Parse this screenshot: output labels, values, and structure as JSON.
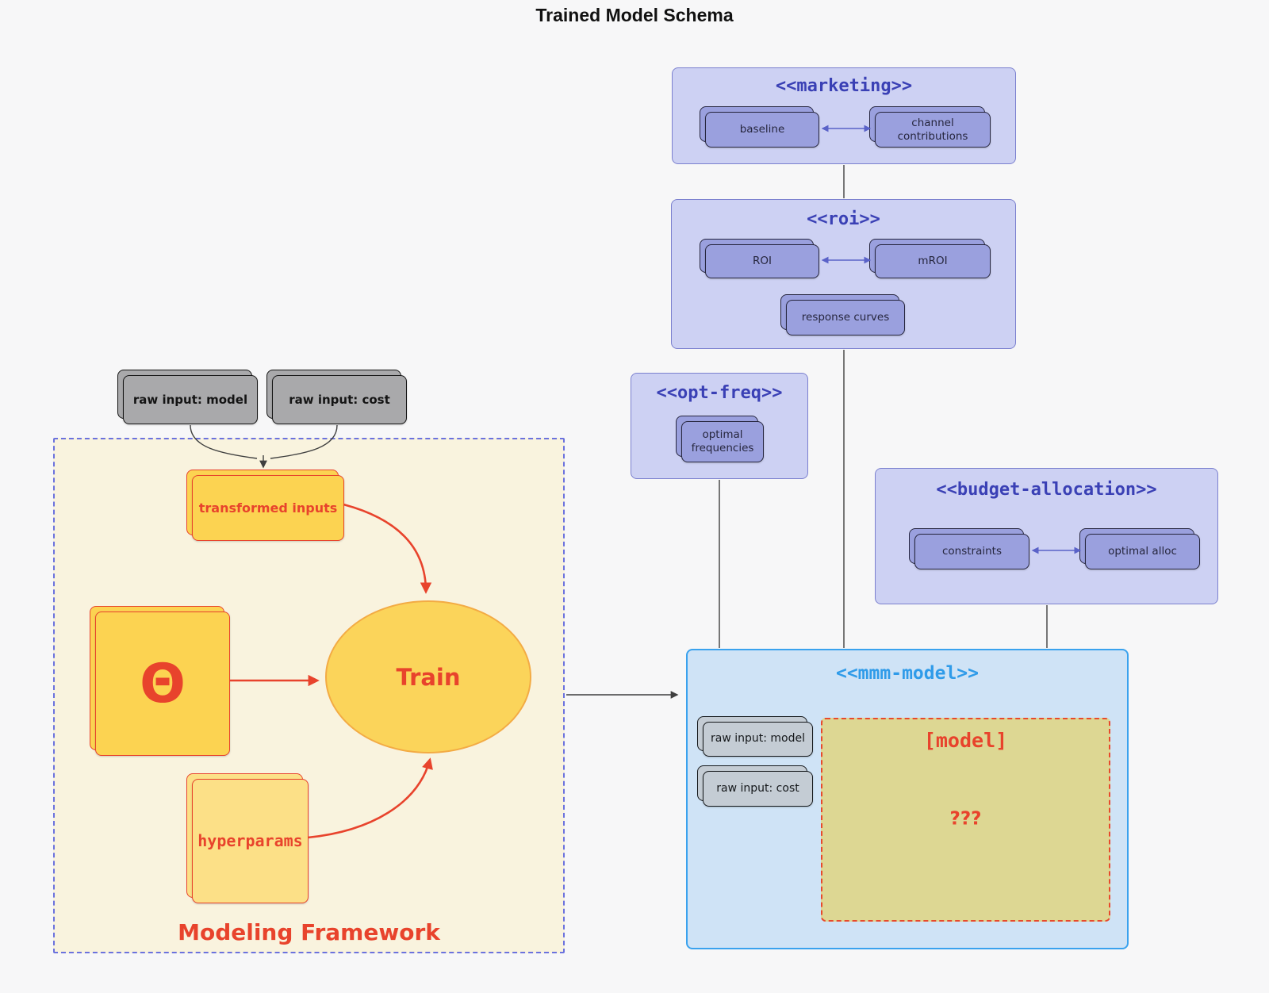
{
  "title": "Trained Model Schema",
  "marketing": {
    "stereotype": "<<marketing>>",
    "baseline": "baseline",
    "channel_contributions": "channel contributions"
  },
  "roi": {
    "stereotype": "<<roi>>",
    "roi": "ROI",
    "mroi": "mROI",
    "response_curves": "response curves"
  },
  "opt_freq": {
    "stereotype": "<<opt-freq>>",
    "optimal_frequencies": "optimal frequencies"
  },
  "budget_allocation": {
    "stereotype": "<<budget-allocation>>",
    "constraints": "constraints",
    "optimal_alloc": "optimal alloc"
  },
  "mmm_model": {
    "stereotype": "<<mmm-model>>",
    "raw_input_model": "raw input: model",
    "raw_input_cost": "raw input: cost",
    "model_placeholder": "[model]",
    "unknown": "???"
  },
  "framework": {
    "label": "Modeling Framework",
    "raw_input_model": "raw input: model",
    "raw_input_cost": "raw input: cost",
    "transformed_inputs": "transformed inputs",
    "theta": "Θ",
    "train": "Train",
    "hyperparams": "hyperparams"
  },
  "colors": {
    "purple_container": "#cdd1f3",
    "purple_border": "#7b80cf",
    "purple_node": "#9aa0de",
    "purple_title": "#3a40b5",
    "blue_container": "#cfe3f6",
    "blue_border": "#3aa2ee",
    "blue_title": "#2f9be9",
    "red_accent": "#e8432c",
    "yellow_node": "#fcd351",
    "light_yellow_node": "#fce087",
    "khaki_fill": "#ddd793",
    "cream_fill": "#f9f3de",
    "gray_node": "#a9a9ab",
    "bluegray_node": "#c4ccd4",
    "connector_dark": "#3f3f3f",
    "connector_purple": "#5a62c8"
  }
}
